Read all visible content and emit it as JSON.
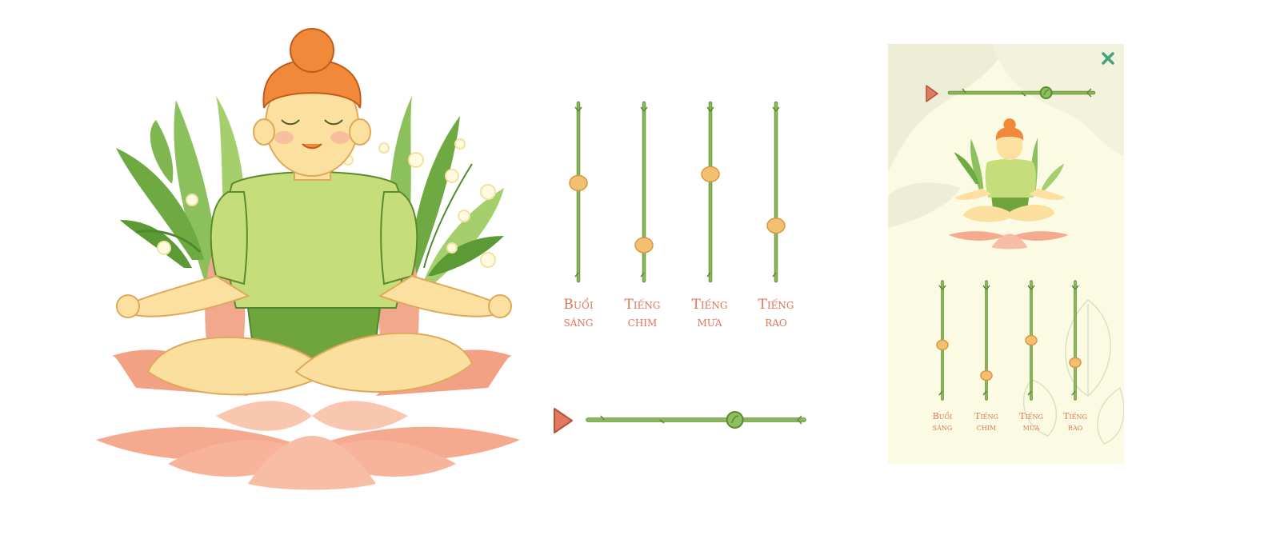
{
  "mixer": {
    "channels": [
      {
        "line1": "Buổi",
        "line2": "sáng",
        "level": 0.55
      },
      {
        "line1": "Tiếng",
        "line2": "chim",
        "level": 0.2
      },
      {
        "line1": "Tiếng",
        "line2": "mưa",
        "level": 0.6
      },
      {
        "line1": "Tiếng",
        "line2": "rao",
        "level": 0.31
      }
    ],
    "progress": 0.68
  },
  "panel": {
    "progress": 0.67,
    "channels": [
      {
        "line1": "Buổi",
        "line2": "sáng",
        "level": 0.46
      },
      {
        "line1": "Tiếng",
        "line2": "chim",
        "level": 0.2
      },
      {
        "line1": "Tiếng",
        "line2": "mưa",
        "level": 0.5
      },
      {
        "line1": "Tiếng",
        "line2": "rao",
        "level": 0.31
      }
    ]
  },
  "colors": {
    "stem": "#8cb65a",
    "stem_dark": "#5b8a2e",
    "knob": "#f2c070",
    "label": "#e07557",
    "play": "#dd7a60",
    "close": "#3fa37e",
    "panel_bg": "#fbfbe4"
  },
  "icons": {
    "play": "play-icon",
    "close": "close-icon"
  }
}
